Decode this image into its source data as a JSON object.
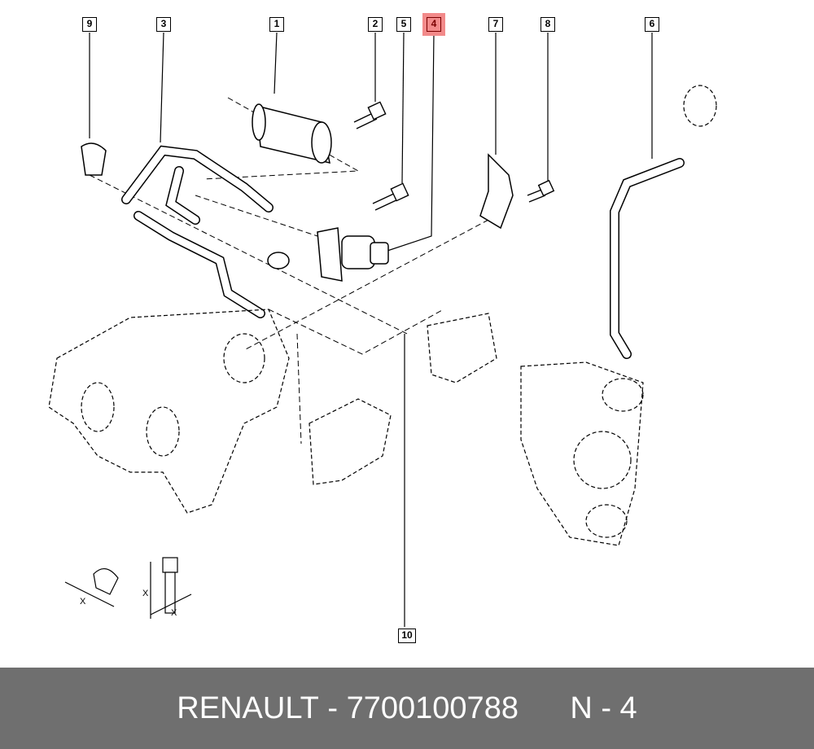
{
  "callouts": [
    {
      "id": "9",
      "label": "9"
    },
    {
      "id": "3",
      "label": "3"
    },
    {
      "id": "1",
      "label": "1"
    },
    {
      "id": "2",
      "label": "2"
    },
    {
      "id": "5",
      "label": "5"
    },
    {
      "id": "4",
      "label": "4",
      "highlighted": true
    },
    {
      "id": "7",
      "label": "7"
    },
    {
      "id": "8",
      "label": "8"
    },
    {
      "id": "6",
      "label": "6"
    },
    {
      "id": "10",
      "label": "10"
    }
  ],
  "highlight_color": "#f28a8a",
  "footer": {
    "brand": "RENAULT",
    "separator": " - ",
    "part_number": "7700100788",
    "position": "N - 4"
  },
  "torque_marks": {
    "clamp": "X",
    "bolt_x1": "X",
    "bolt_x2": "X"
  }
}
